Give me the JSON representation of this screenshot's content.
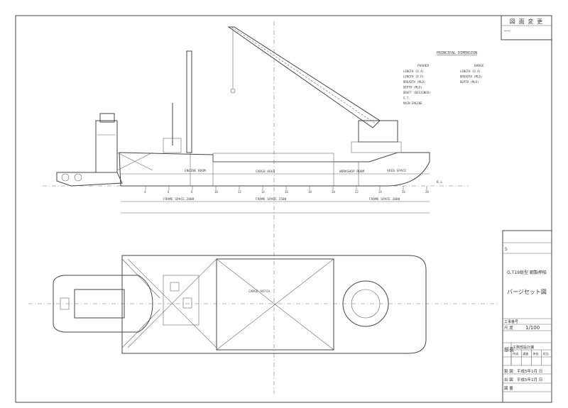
{
  "revision_block": {
    "title": "図 面 変 更",
    "note": "………"
  },
  "principal_dimensions": {
    "title": "PRINCIPAL DIMENSION",
    "pusher": {
      "heading": "PUSHER",
      "items": [
        "LENGTH (O.A)",
        "LENGTH (P.P)",
        "BREADTH (MLD)",
        "DEPTH (MLD)",
        "DRAFT (DESIGNED)",
        "G.T.",
        "MAIN ENGINE"
      ]
    },
    "barge": {
      "heading": "BARGE",
      "items": [
        "LENGTH (O.A)",
        "BREADTH (MLD)",
        "DEPTH (MLD)"
      ]
    }
  },
  "profile_labels": {
    "engine_room": "ENGINE ROOM",
    "cargo_hold": "CARGO HOLD",
    "workshop": "WORKSHOP ROOM",
    "void_space": "VOID SPACE",
    "frame_space_1": "FRAME SPACE 2000",
    "frame_space_2": "FRAME SPACE 1500",
    "frame_space_3": "FRAME SPACE 2000",
    "bl": "B.L",
    "frames": [
      "4",
      "6",
      "8",
      "10",
      "12",
      "14",
      "16",
      "18",
      "20",
      "22",
      "24",
      "26",
      "28"
    ]
  },
  "plan_labels": {
    "cargo_hatch": "CARGO HATCH"
  },
  "title_block": {
    "sheet_mark": "S",
    "vessel": "G.T19総型 鋼製押船",
    "drawing_title": "バージセット図",
    "job_no_label": "工事番号",
    "scale_label": "尺 度",
    "scale_value": "1/100",
    "dept_head": "部長",
    "dept": "工務部設計課",
    "roles": [
      "作成",
      "調査",
      "係長",
      "担当"
    ],
    "drawn_label": "製 図",
    "drawn_date": "平成5年1月 日",
    "issued_label": "出 図",
    "issued_date": "平成5年1月 日",
    "drawing_no_label": "図 番"
  }
}
